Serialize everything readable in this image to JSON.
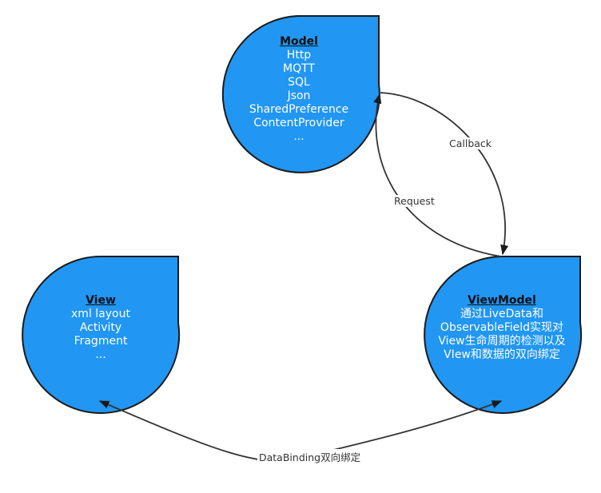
{
  "colors": {
    "node_fill": "#2196F3",
    "node_stroke": "#1a1a1a",
    "edge": "#333333"
  },
  "nodes": {
    "model": {
      "title": "Model",
      "lines": [
        "Http",
        "MQTT",
        "SQL",
        "Json",
        "SharedPreference",
        "ContentProvider",
        "..."
      ]
    },
    "view": {
      "title": "View",
      "lines": [
        "xml layout",
        "Activity",
        "Fragment",
        "..."
      ]
    },
    "viewmodel": {
      "title": "ViewModel",
      "lines": [
        "通过LiveData和",
        "ObservableField实现对",
        "View生命周期的检测以及",
        "VIew和数据的双向绑定"
      ]
    }
  },
  "edges": {
    "callback": "Callback",
    "request": "Request",
    "databinding": "DataBinding双向绑定"
  }
}
